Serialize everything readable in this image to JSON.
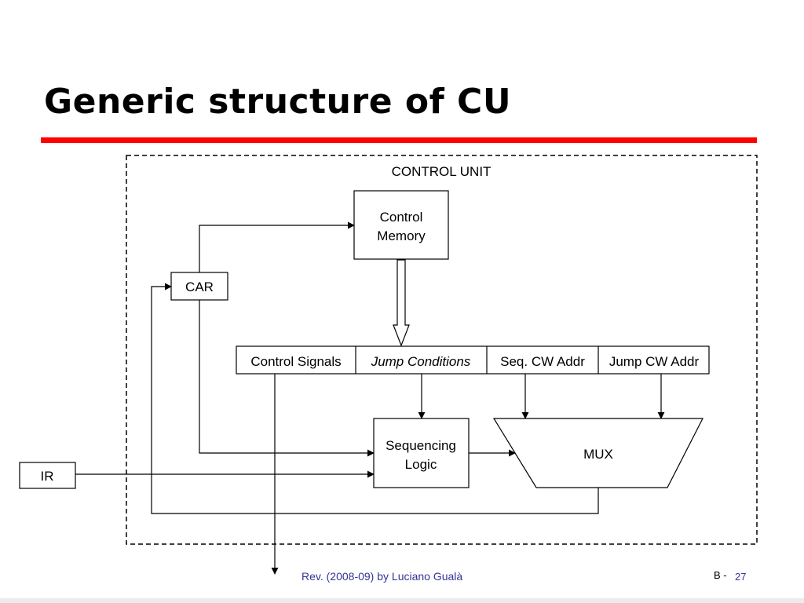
{
  "slide": {
    "title": "Generic structure of CU",
    "accent_color": "#ff0000"
  },
  "diagram": {
    "container_label": "CONTROL UNIT",
    "control_memory": {
      "line1": "Control",
      "line2": "Memory"
    },
    "car": "CAR",
    "ir": "IR",
    "control_word_fields": [
      "Control Signals",
      "Jump Conditions",
      "Seq. CW Addr",
      "Jump CW Addr"
    ],
    "sequencing_logic": {
      "line1": "Sequencing",
      "line2": "Logic"
    },
    "mux": "MUX"
  },
  "footer": {
    "credit": "Rev. (2008-09) by Luciano Gualà",
    "page_prefix": "B -",
    "page_number": "27",
    "text_color": "#333399"
  }
}
